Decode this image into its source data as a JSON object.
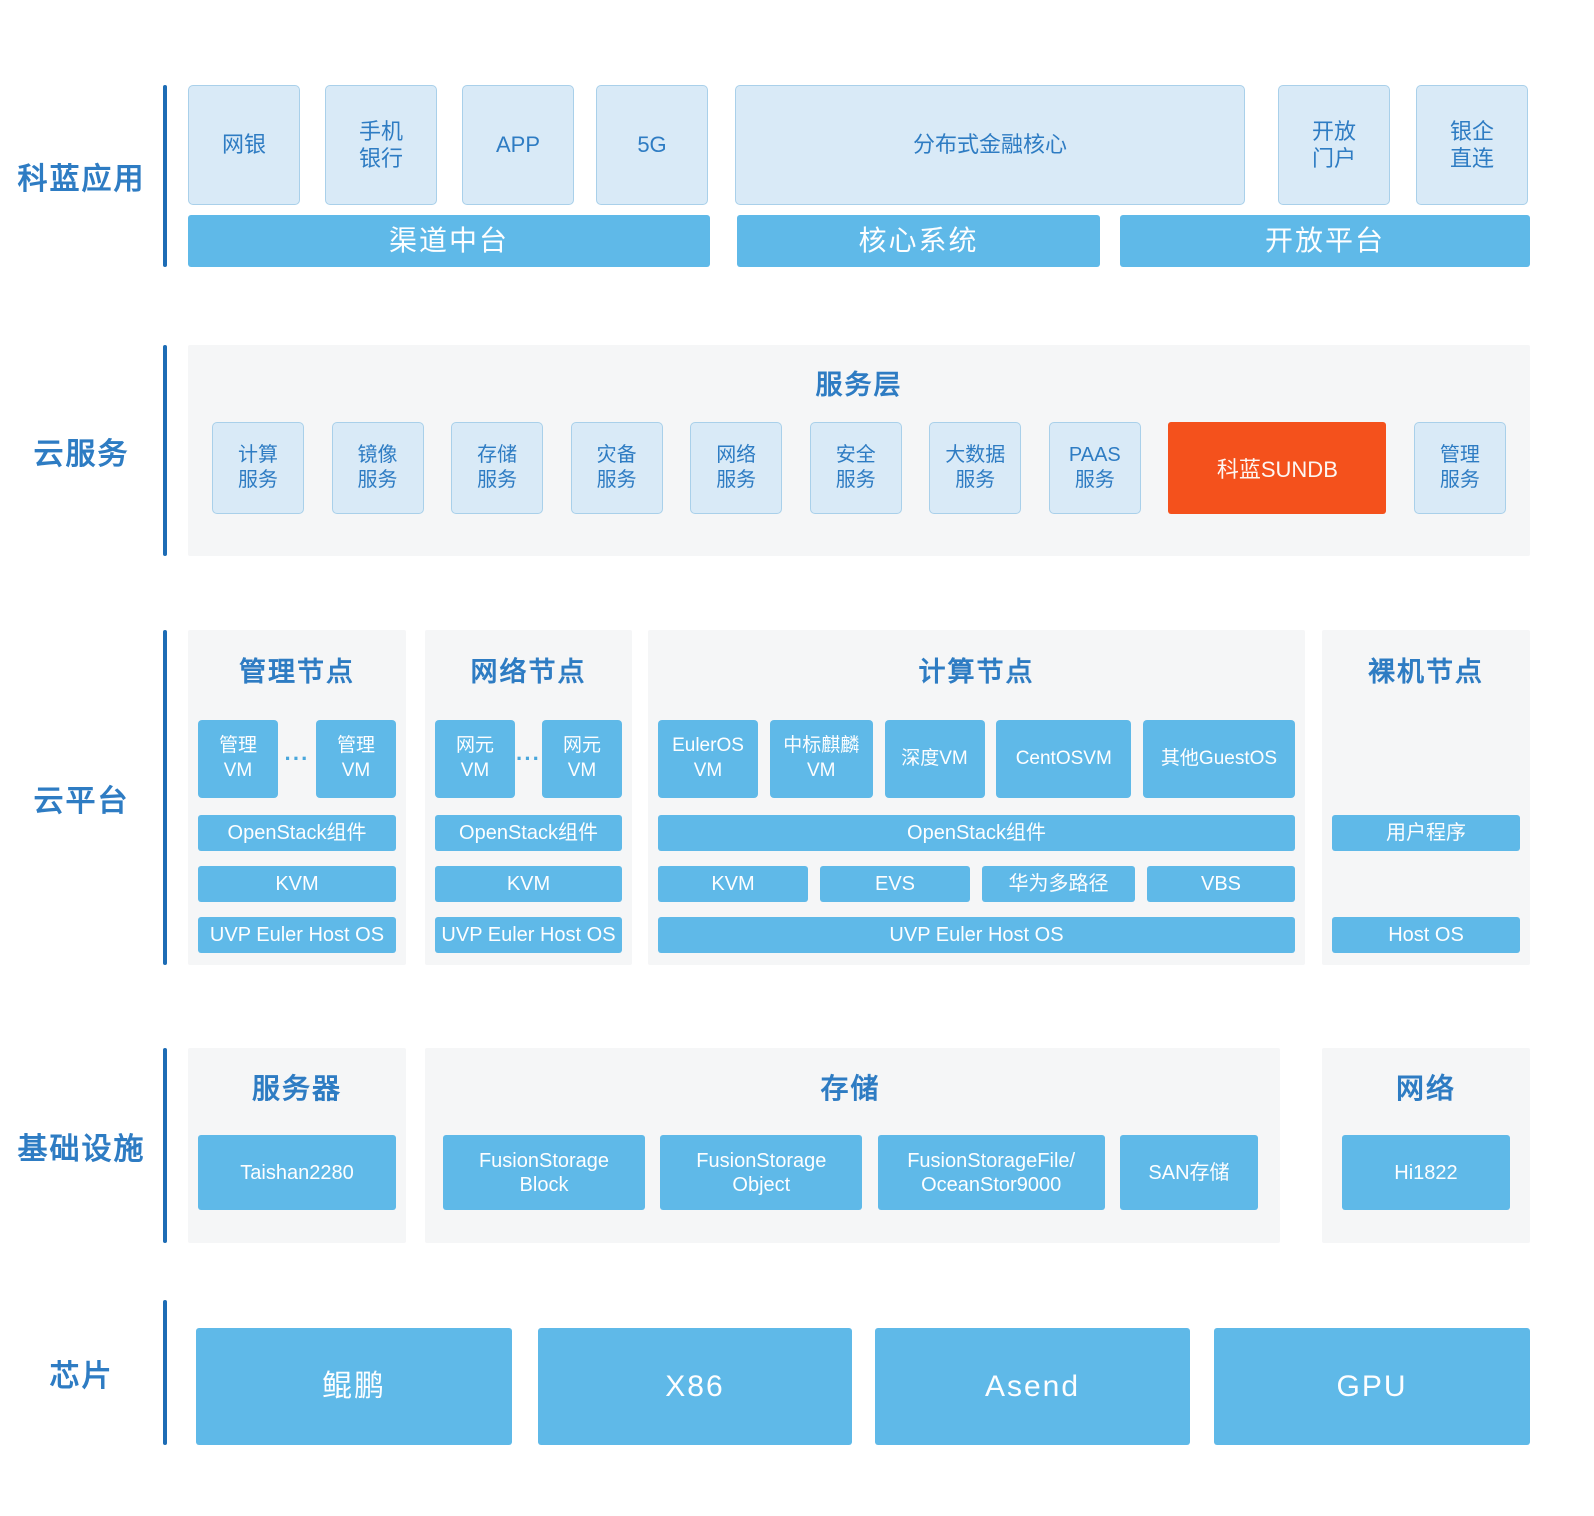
{
  "colors": {
    "accent_blue": "#2e7cc3",
    "divider_blue": "#1d6cb5",
    "light_box_fill": "#d9eaf7",
    "light_box_border": "#a9d0ea",
    "solid_blue": "#5fb9e8",
    "panel_gray": "#f5f6f7",
    "highlight_orange": "#f4511c"
  },
  "app_layer": {
    "label": "科蓝应用",
    "boxes": [
      "网银",
      "手机\n银行",
      "APP",
      "5G",
      "分布式金融核心",
      "开放\n门户",
      "银企\n直连"
    ],
    "bars": [
      "渠道中台",
      "核心系统",
      "开放平台"
    ]
  },
  "cloud_service": {
    "label": "云服务",
    "title": "服务层",
    "boxes": [
      "计算\n服务",
      "镜像\n服务",
      "存储\n服务",
      "灾备\n服务",
      "网络\n服务",
      "安全\n服务",
      "大数据\n服务",
      "PAAS\n服务"
    ],
    "highlight_box": "科蓝SUNDB",
    "tail_box": "管理\n服务"
  },
  "cloud_platform": {
    "label": "云平台",
    "mgmt": {
      "title": "管理节点",
      "vm1": "管理\nVM",
      "dots": "···",
      "vm2": "管理\nVM",
      "openstack": "OpenStack组件",
      "kvm": "KVM",
      "host": "UVP Euler Host OS"
    },
    "network": {
      "title": "网络节点",
      "vm1": "网元\nVM",
      "dots": "···",
      "vm2": "网元\nVM",
      "openstack": "OpenStack组件",
      "kvm": "KVM",
      "host": "UVP Euler Host OS"
    },
    "compute": {
      "title": "计算节点",
      "vms": [
        "EulerOS\nVM",
        "中标麒麟\nVM",
        "深度VM",
        "CentOSVM",
        "其他GuestOS"
      ],
      "openstack": "OpenStack组件",
      "kvm_row": [
        "KVM",
        "EVS",
        "华为多路径",
        "VBS"
      ],
      "host": "UVP Euler Host OS"
    },
    "bare": {
      "title": "裸机节点",
      "app": "用户程序",
      "host": "Host OS"
    }
  },
  "infrastructure": {
    "label": "基础设施",
    "server": {
      "title": "服务器",
      "box": "Taishan2280"
    },
    "storage": {
      "title": "存储",
      "boxes": [
        "FusionStorage\nBlock",
        "FusionStorage\nObject",
        "FusionStorageFile/\nOceanStor9000",
        "SAN存储"
      ]
    },
    "network": {
      "title": "网络",
      "box": "Hi1822"
    }
  },
  "chips": {
    "label": "芯片",
    "boxes": [
      "鲲鹏",
      "X86",
      "Asend",
      "GPU"
    ]
  }
}
